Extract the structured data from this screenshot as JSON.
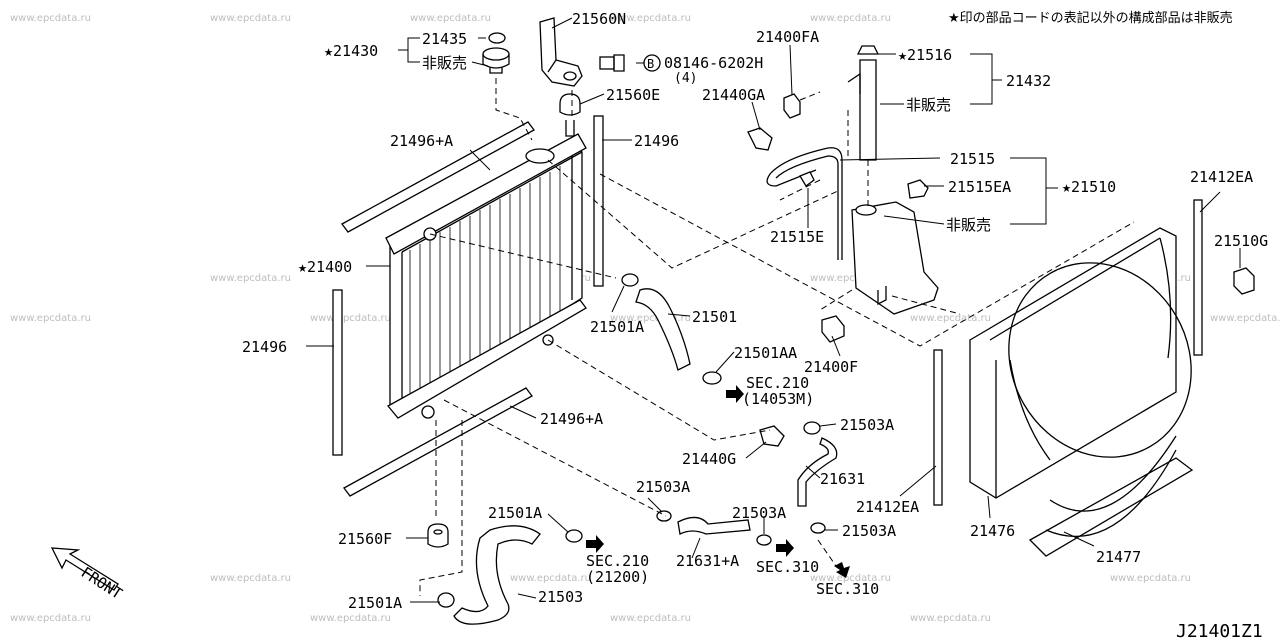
{
  "note": "★印の部品コードの表記以外の構成部品は非販売",
  "diagram_code": "J21401Z1",
  "watermark": "www.epcdata.ru",
  "arrow_label": "FRONT",
  "star_symbol": "★",
  "labels": {
    "l21430": "★21430",
    "l21435": "21435",
    "nonsale1": "非販売",
    "l21560N": "21560N",
    "bolt_circle": "B",
    "l08146": "08146-6202H",
    "qty4": "(4)",
    "l21560E": "21560E",
    "l21400FA": "21400FA",
    "l21440GA": "21440GA",
    "l21516": "★21516",
    "l21432": "21432",
    "nonsale2": "非販売",
    "l21496a": "21496+A",
    "l21496_top": "21496",
    "l21515": "21515",
    "l21515EA": "21515EA",
    "l21510": "★21510",
    "nonsale3": "非販売",
    "l21515E": "21515E",
    "l21412EA_top": "21412EA",
    "l21510G": "21510G",
    "l21400": "★21400",
    "l21501": "21501",
    "l21501A_mid": "21501A",
    "l21400F": "21400F",
    "l21496_left": "21496",
    "l21501AA": "21501AA",
    "sec210a": "SEC.210",
    "sec210a_sub": "(14053M)",
    "l21496b": "21496+A",
    "l21503A_1": "21503A",
    "l21440G": "21440G",
    "l21631": "21631",
    "l21412EA_bot": "21412EA",
    "l21476": "21476",
    "l21477": "21477",
    "l21503A_2": "21503A",
    "l21501A_low": "21501A",
    "l21503A_3": "21503A",
    "l21503A_4": "21503A",
    "l21560F": "21560F",
    "sec210b": "SEC.210",
    "sec210b_sub": "(21200)",
    "l21631A": "21631+A",
    "sec310a": "SEC.310",
    "sec310b": "SEC.310",
    "l21501A_bot": "21501A",
    "l21503": "21503"
  }
}
